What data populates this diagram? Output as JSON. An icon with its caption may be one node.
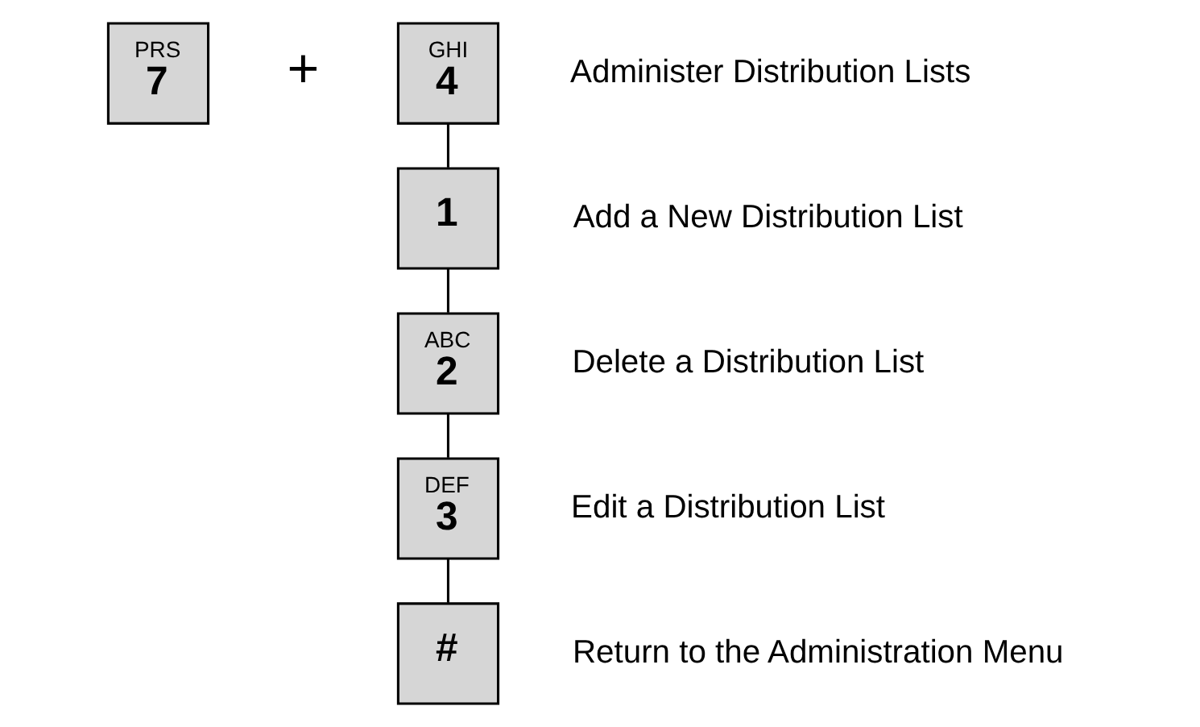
{
  "diagram": {
    "nodes": [
      {
        "text": [
          "PRS",
          "7"
        ]
      },
      {
        "text": [
          "GHI",
          "4"
        ],
        "beside": [
          "Administer Distribution Lists"
        ]
      },
      {
        "text": [
          "1"
        ],
        "beside": [
          "Add a New Distribution List"
        ]
      },
      {
        "text": [
          "ABC",
          "2"
        ],
        "beside": [
          "Delete a Distribution List"
        ]
      },
      {
        "text": [
          "DEF",
          "3"
        ],
        "beside": [
          "Edit a Distribution List"
        ]
      },
      {
        "text": [
          "#"
        ],
        "beside": [
          "Return to the Administration Menu"
        ]
      }
    ],
    "edges": [
      {
        "from": 1,
        "to": 2,
        "arrow": "none"
      },
      {
        "from": 2,
        "to": 3,
        "arrow": "none"
      },
      {
        "from": 3,
        "to": 4,
        "arrow": "none"
      },
      {
        "from": 4,
        "to": 5,
        "arrow": "none"
      }
    ],
    "labels": [
      "+"
    ]
  }
}
